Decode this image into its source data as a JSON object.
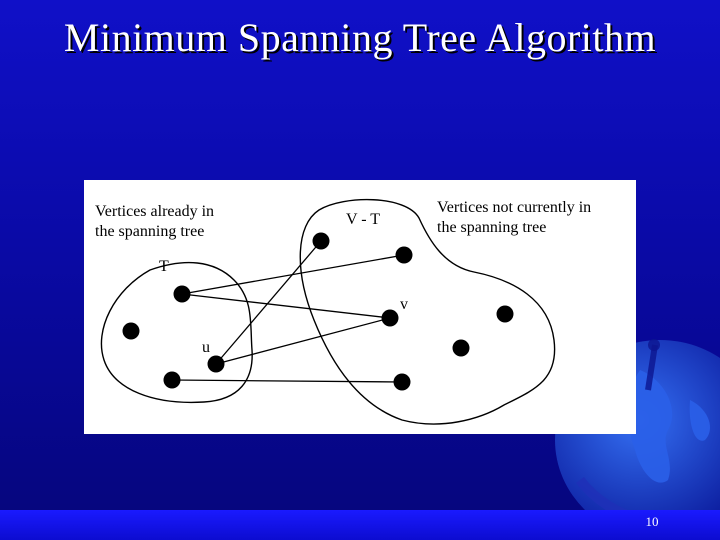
{
  "slide": {
    "title": "Minimum Spanning Tree Algorithm",
    "page_number": "10"
  },
  "diagram": {
    "caption_in_tree": "Vertices already in\nthe spanning tree",
    "caption_not_in_tree": "Vertices not currently in\nthe spanning tree",
    "set_t_label": "T",
    "set_vt_label": "V - T",
    "vertex_u_label": "u",
    "vertex_v_label": "v"
  },
  "colors": {
    "background": "#0a0aa6",
    "title_text": "#ffffff",
    "diagram_ink": "#000000"
  }
}
